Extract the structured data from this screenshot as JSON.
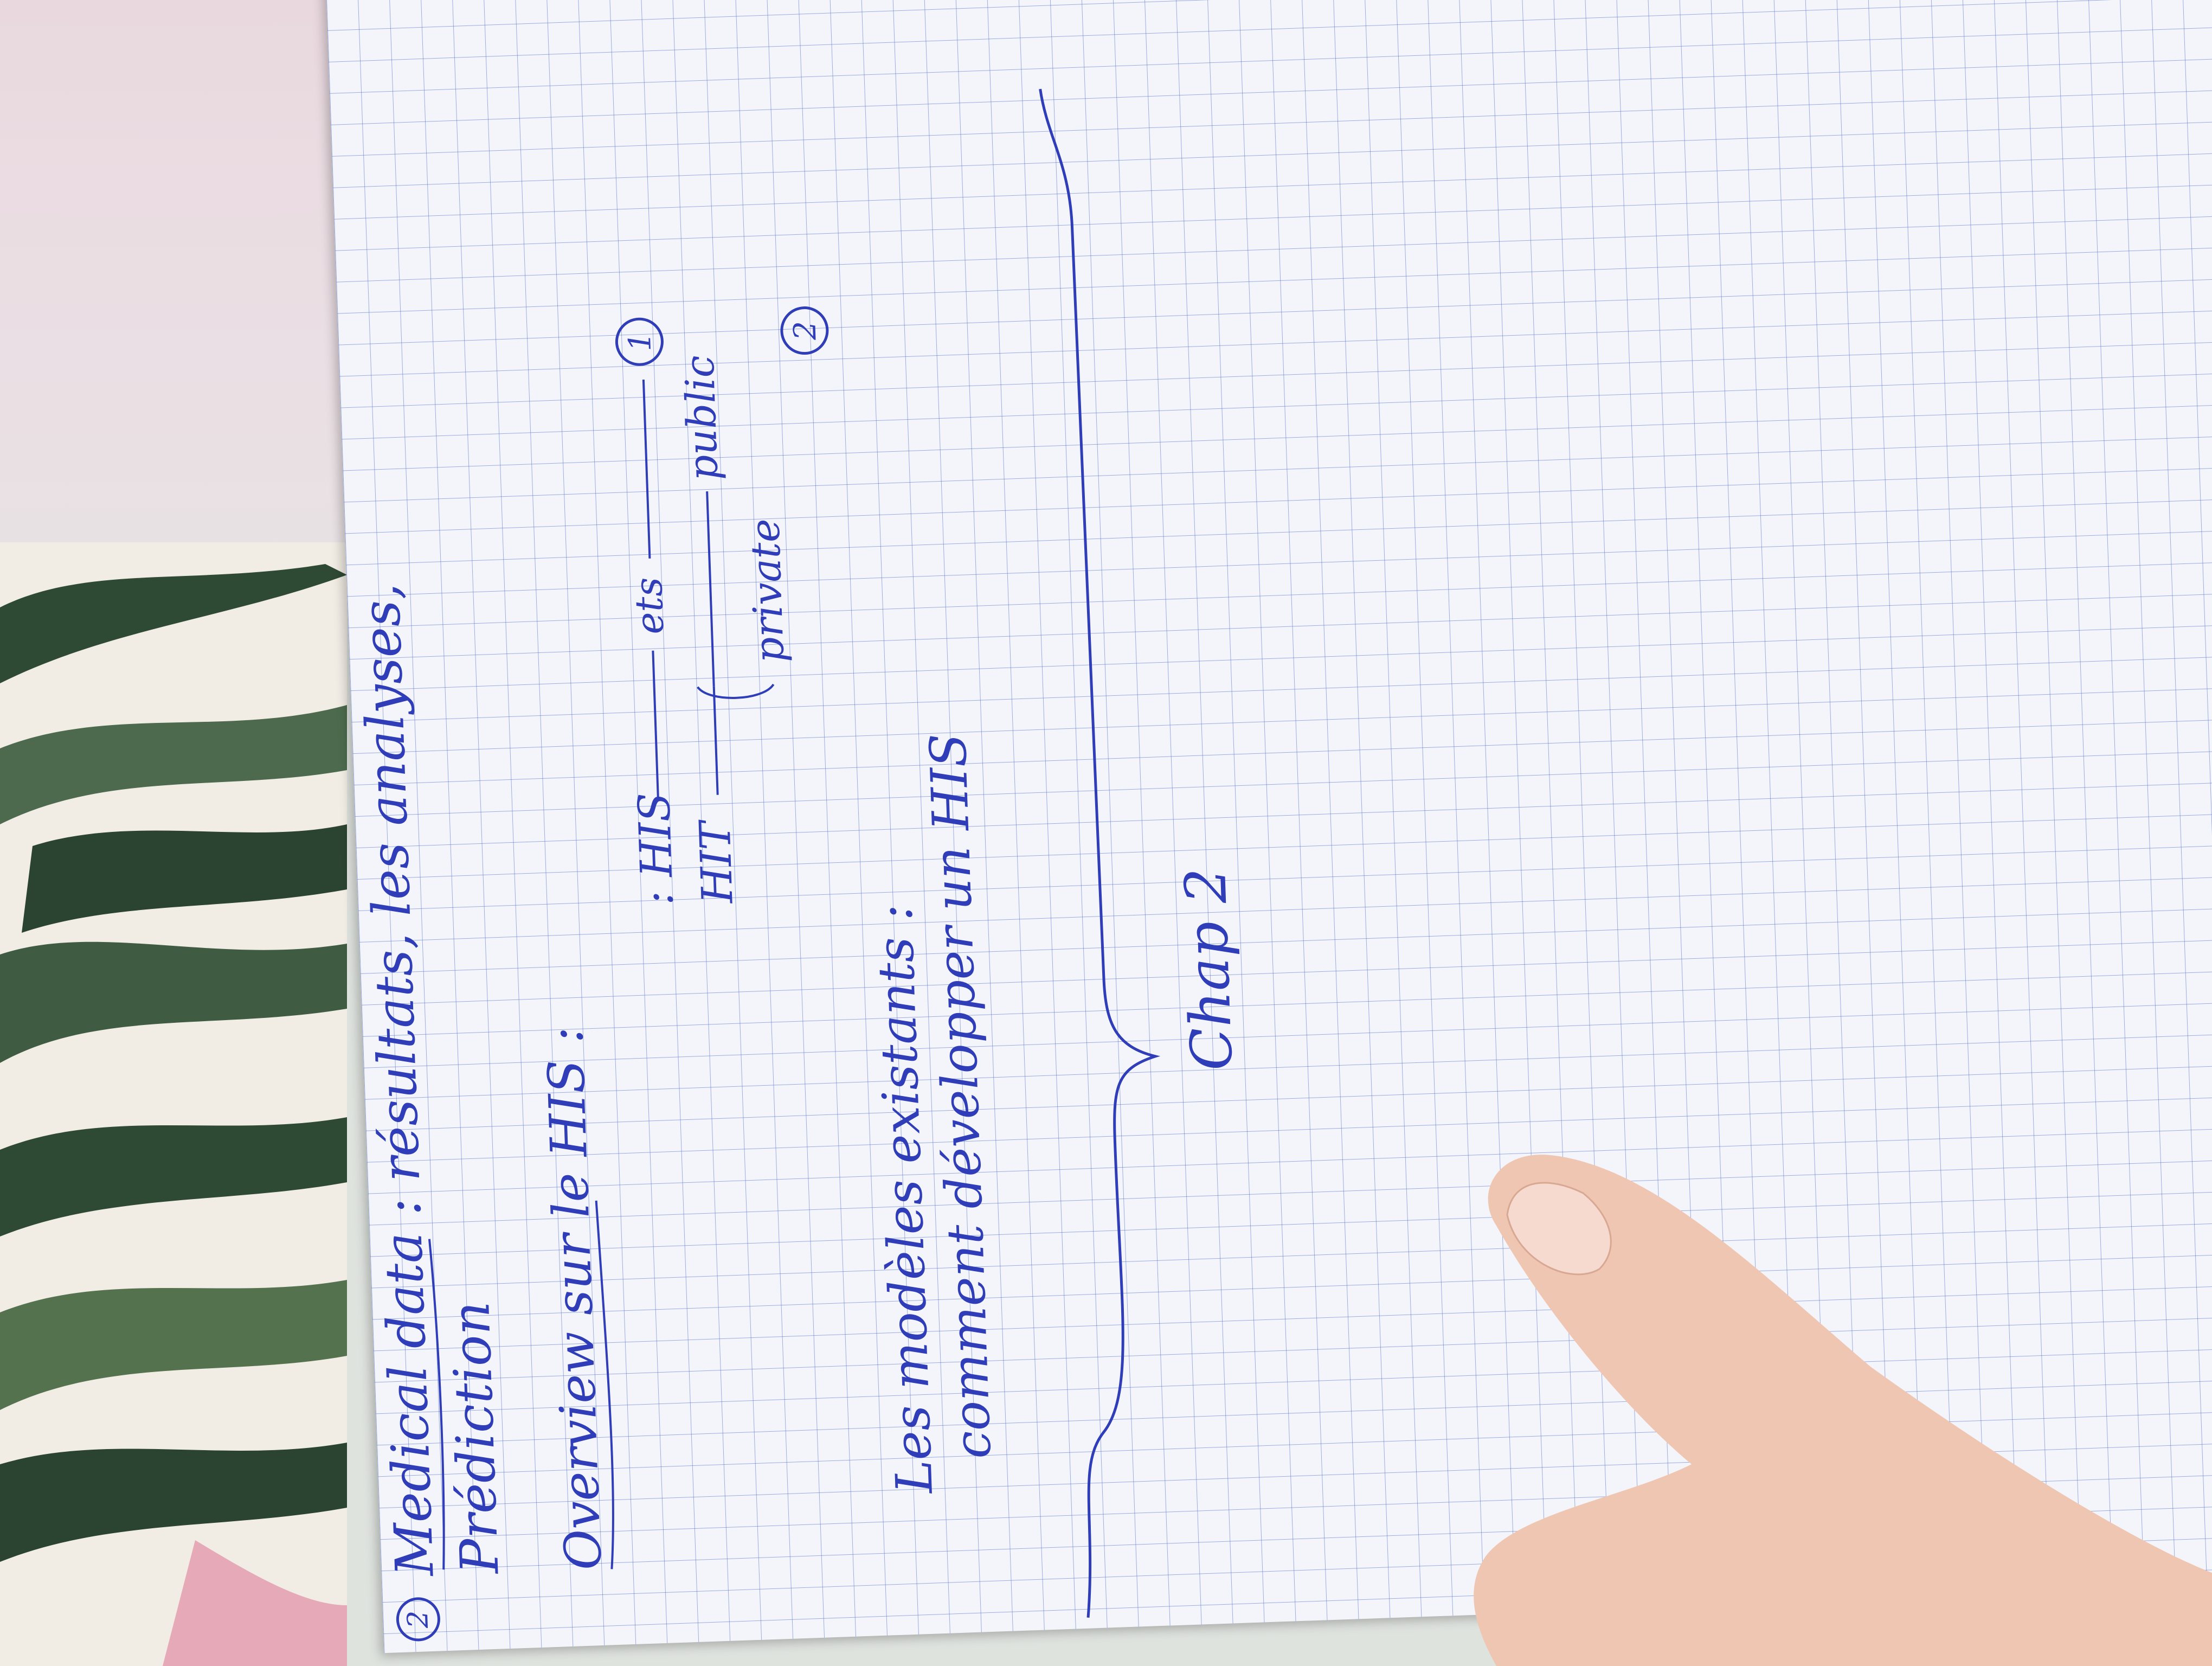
{
  "scene": {
    "colors": {
      "ink": "#2f3db8",
      "paper": "#f4f5fb",
      "grid": "#6e86d0",
      "leaf_dark": "#2f4a34",
      "leaf_light": "#5f7b5a",
      "skin": "#f0c9b3"
    }
  },
  "notes": {
    "item_number": "2",
    "line1": "Medical data : résultats, les analyses,",
    "line2": "Prédiction",
    "line3": "Overview sur le HIS :",
    "diagram_his": ": HIS",
    "diagram_ets": "ets",
    "diagram_ref1": "1",
    "diagram_left": "HIT",
    "diagram_public": "public",
    "diagram_private": "private",
    "line4": "Les modèles existants :",
    "line5": "comment développer un HIS",
    "ref2": "2",
    "chapter": "Chap 2"
  }
}
